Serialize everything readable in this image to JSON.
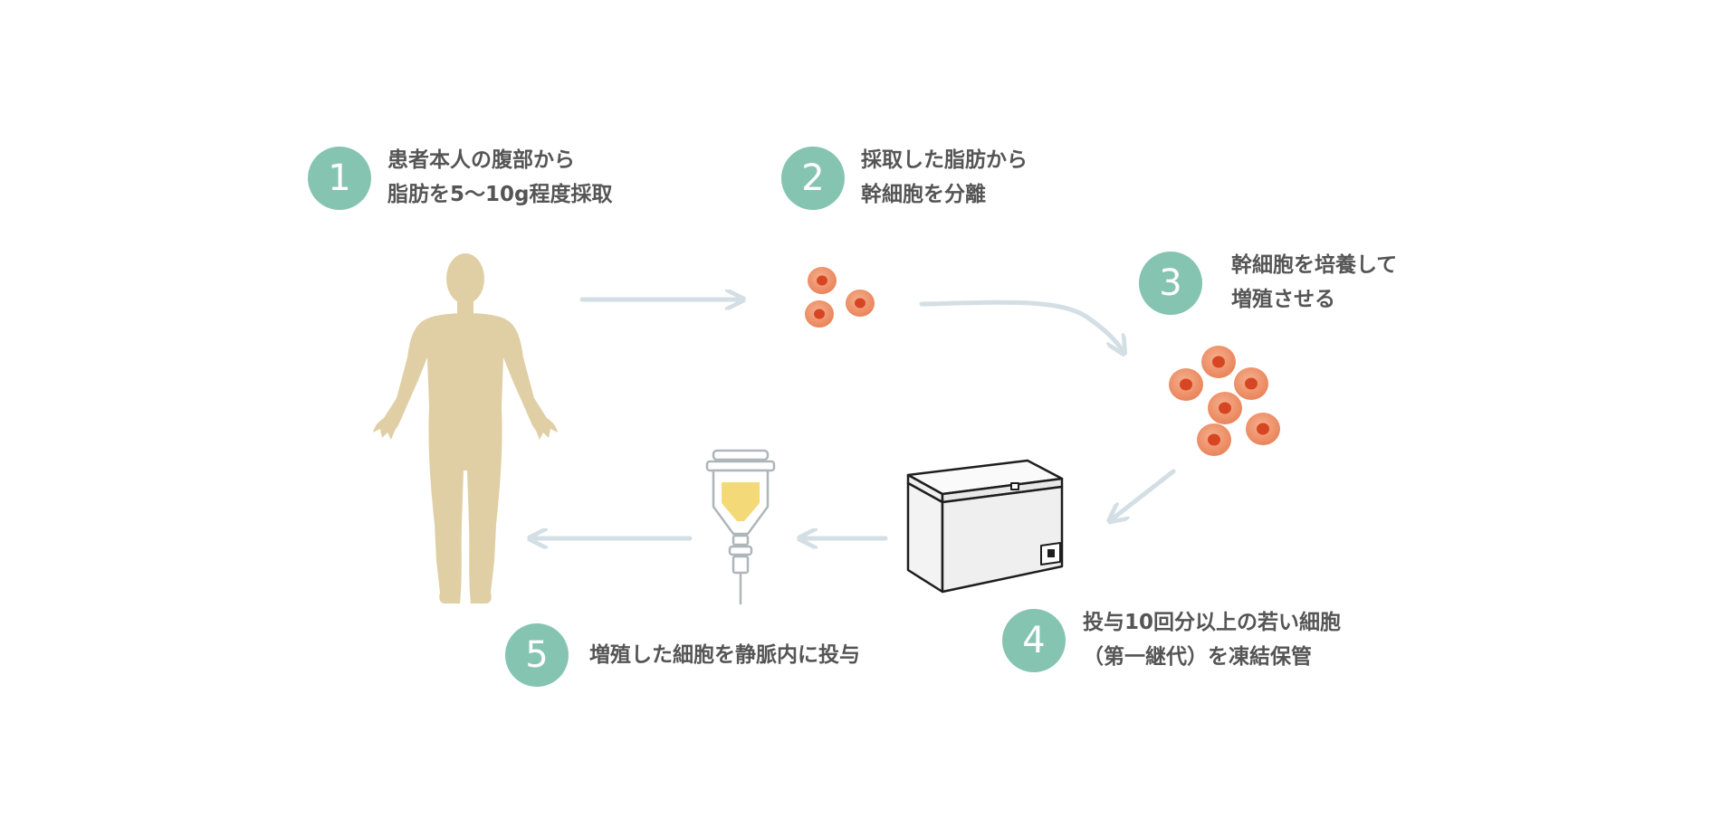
{
  "colors": {
    "badge": "#86c4b2",
    "text": "#555555",
    "arrow": "#d3dfe4",
    "body": "#e0cfa5",
    "cell_outer": "#ec8f68",
    "cell_nucleus": "#d64622",
    "iv_fluid": "#f3d978"
  },
  "steps": [
    {
      "number": "1",
      "lines": [
        "患者本人の腹部から",
        "脂肪を5〜10g程度採取"
      ]
    },
    {
      "number": "2",
      "lines": [
        "採取した脂肪から",
        "幹細胞を分離"
      ]
    },
    {
      "number": "3",
      "lines": [
        "幹細胞を培養して",
        "増殖させる"
      ]
    },
    {
      "number": "4",
      "lines": [
        "投与10回分以上の若い細胞",
        "（第一継代）を凍結保管"
      ]
    },
    {
      "number": "5",
      "lines": [
        "増殖した細胞を静脈内に投与"
      ]
    }
  ],
  "illustrations": {
    "human_icon": "human-silhouette",
    "freezer_icon": "chest-freezer",
    "iv_icon": "iv-drip-bag",
    "cells_small_count": 3,
    "cells_large_count": 6
  }
}
